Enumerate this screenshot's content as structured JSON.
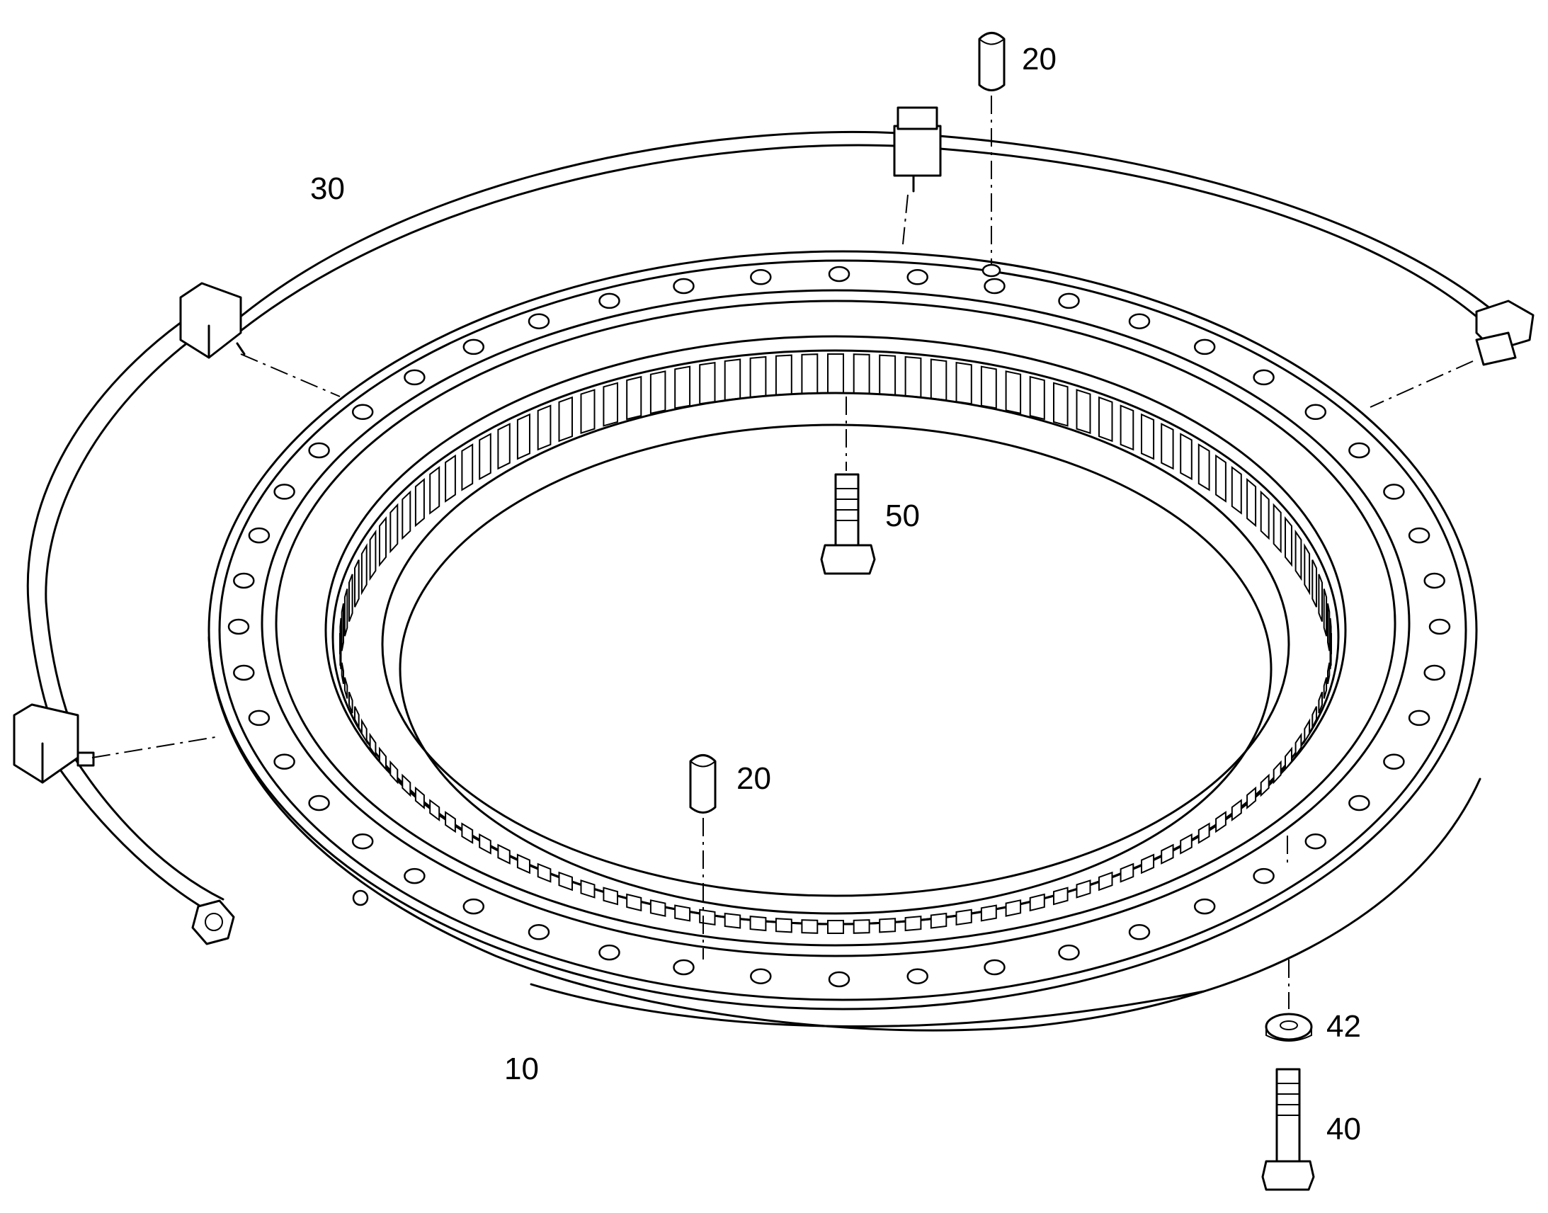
{
  "callouts": [
    {
      "id": "part-10",
      "text": "10"
    },
    {
      "id": "part-20-top",
      "text": "20"
    },
    {
      "id": "part-20-bottom",
      "text": "20"
    },
    {
      "id": "part-30",
      "text": "30"
    },
    {
      "id": "part-40",
      "text": "40"
    },
    {
      "id": "part-42",
      "text": "42"
    },
    {
      "id": "part-50",
      "text": "50"
    }
  ],
  "colors": {
    "line": "#000000",
    "background": "#ffffff"
  }
}
